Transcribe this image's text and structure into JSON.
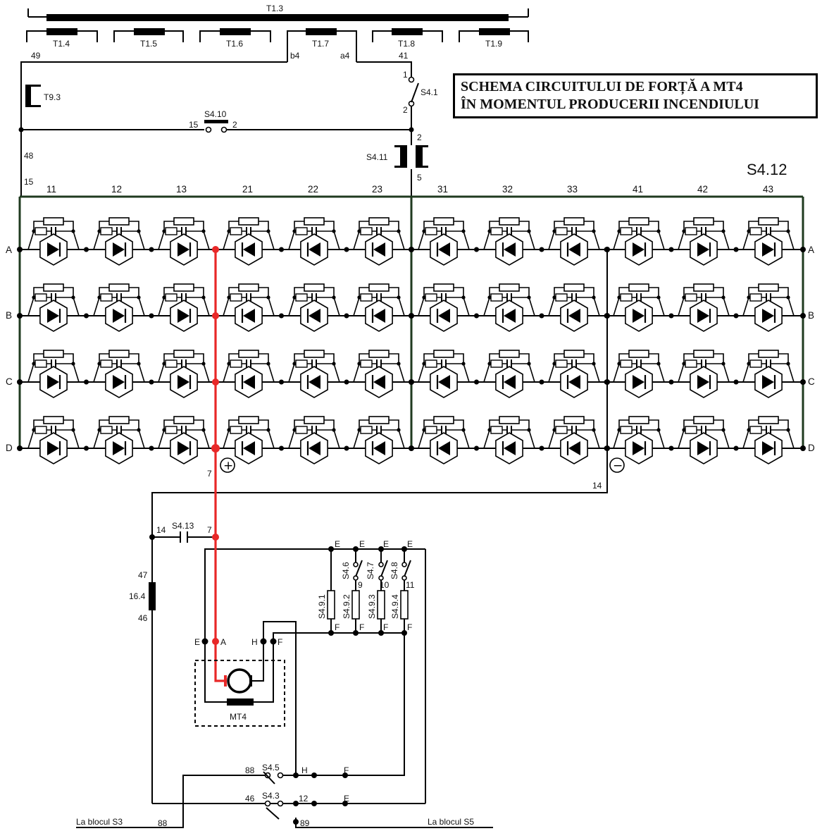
{
  "title": {
    "line1": "SCHEMA CIRCUITULUI DE FORȚĂ A MT4",
    "line2": "ÎN MOMENTUL PRODUCERII INCENDIULUI"
  },
  "bridge_label": "S4.12",
  "top_bar": {
    "main": "T1.3",
    "branches": [
      "T1.4",
      "T1.5",
      "T1.6",
      "T1.7",
      "T1.8",
      "T1.9"
    ]
  },
  "wire_labels": {
    "w49": "49",
    "b4": "b4",
    "a4": "a4",
    "w41": "41",
    "t93": "T9.3",
    "s41": "S4.1",
    "s41_1": "1",
    "s41_2": "2",
    "s410": "S4.10",
    "s410_15": "15",
    "s410_2": "2",
    "w48": "48",
    "w15": "15",
    "s411": "S4.11",
    "s411_2": "2",
    "s411_5": "5",
    "w7a": "7",
    "w14a": "14",
    "w14b": "14",
    "s413": "S4.13",
    "w7b": "7",
    "w47": "47",
    "r164": "16.4",
    "w46": "46",
    "term_E": "E",
    "term_A": "A",
    "term_H": "H",
    "term_F": "F",
    "motor": "MT4",
    "top_E1": "E",
    "top_E2": "E",
    "top_E3": "E",
    "top_E4": "E",
    "s46": "S4.6",
    "s47": "S4.7",
    "s48": "S4.8",
    "n9": "9",
    "n10": "10",
    "n11": "11",
    "s491": "S4.9.1",
    "s492": "S4.9.2",
    "s493": "S4.9.3",
    "s494": "S4.9.4",
    "bot_F1": "F",
    "bot_F2": "F",
    "bot_F3": "F",
    "bot_F4": "F",
    "w88a": "88",
    "s45": "S4.5",
    "s45_H": "H",
    "s45_F": "F",
    "w46b": "46",
    "s43": "S4.3",
    "s43_12": "12",
    "s43_E": "E",
    "w88b": "88",
    "w89": "89",
    "la_s3": "La blocul S3",
    "la_s5": "La blocul S5"
  },
  "columns": [
    "11",
    "12",
    "13",
    "21",
    "22",
    "23",
    "31",
    "32",
    "33",
    "41",
    "42",
    "43"
  ],
  "column_direction": [
    "right",
    "right",
    "right",
    "left",
    "left",
    "left",
    "left",
    "left",
    "left",
    "right",
    "right",
    "right"
  ],
  "rows": [
    "A",
    "B",
    "C",
    "D"
  ],
  "polarity": {
    "plus": "+",
    "minus": "−"
  },
  "colors": {
    "wire": "#000000",
    "highlight": "#e82828",
    "bus": "#1f3a1f"
  }
}
